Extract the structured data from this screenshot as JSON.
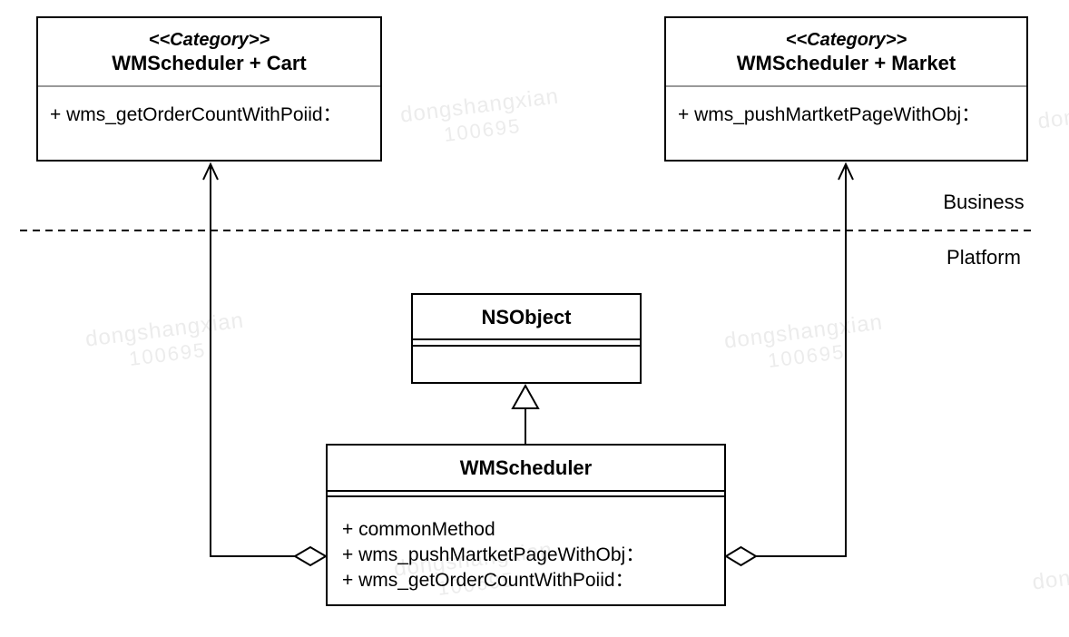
{
  "watermark": {
    "line1": "dongshangxian",
    "line2": "100695"
  },
  "separator": {
    "business_label": "Business",
    "platform_label": "Platform"
  },
  "boxes": {
    "cart": {
      "stereotype": "<<Category>>",
      "name": "WMScheduler + Cart",
      "methods": [
        "+ wms_getOrderCountWithPoiid："
      ]
    },
    "market": {
      "stereotype": "<<Category>>",
      "name": "WMScheduler + Market",
      "methods": [
        "+ wms_pushMartketPageWithObj："
      ]
    },
    "nsobject": {
      "name": "NSObject"
    },
    "scheduler": {
      "name": "WMScheduler",
      "methods": [
        "+ commonMethod",
        "+ wms_pushMartketPageWithObj：",
        "+ wms_getOrderCountWithPoiid："
      ]
    }
  },
  "relations": [
    {
      "type": "aggregation",
      "from": "WMScheduler",
      "to": "WMScheduler + Cart"
    },
    {
      "type": "aggregation",
      "from": "WMScheduler",
      "to": "WMScheduler + Market"
    },
    {
      "type": "inheritance",
      "from": "WMScheduler",
      "to": "NSObject"
    }
  ],
  "colors": {
    "line": "#000000",
    "category_title_divider": "#999999",
    "watermark": "#ececec",
    "background": "#ffffff"
  }
}
